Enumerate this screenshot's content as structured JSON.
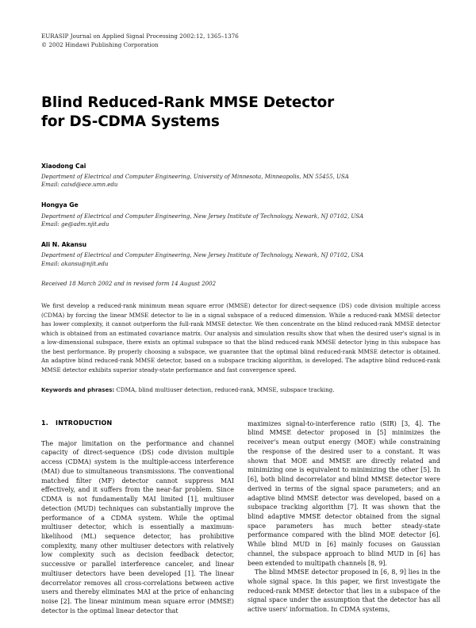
{
  "journal": {
    "line1": "EURASIP Journal on Applied Signal Processing 2002:12, 1365–1376",
    "copyright_symbol": "©",
    "line2": " 2002 Hindawi Publishing Corporation"
  },
  "title": {
    "line1": "Blind Reduced-Rank MMSE Detector",
    "line2": "for DS-CDMA Systems"
  },
  "authors": [
    {
      "name": "Xiaodong Cai",
      "affiliation": "Department of Electrical and Computer Engineering, University of Minnesota, Minneapolis, MN 55455, USA",
      "email": "Email: caixd@ece.umn.edu"
    },
    {
      "name": "Hongya Ge",
      "affiliation": "Department of Electrical and Computer Engineering, New Jersey Institute of Technology, Newark, NJ 07102, USA",
      "email": "Email: ge@adm.njit.edu"
    },
    {
      "name": "Ali N. Akansu",
      "affiliation": "Department of Electrical and Computer Engineering, New Jersey Institute of Technology, Newark, NJ 07102, USA",
      "email": "Email: akansu@njit.edu"
    }
  ],
  "received": "Received 18 March 2002 and in revised form 14 August 2002",
  "abstract": "We first develop a reduced-rank minimum mean square error (MMSE) detector for direct-sequence (DS) code division multiple access (CDMA) by forcing the linear MMSE detector to lie in a signal subspace of a reduced dimension. While a reduced-rank MMSE detector has lower complexity, it cannot outperform the full-rank MMSE detector. We then concentrate on the blind reduced-rank MMSE detector which is obtained from an estimated covariance matrix. Our analysis and simulation results show that when the desired user's signal is in a low-dimensional subspace, there exists an optimal subspace so that the blind reduced-rank MMSE detector lying in this subspace has the best performance. By properly choosing a subspace, we guarantee that the optimal blind reduced-rank MMSE detector is obtained. An adaptive blind reduced-rank MMSE detector, based on a subspace tracking algorithm, is developed. The adaptive blind reduced-rank MMSE detector exhibits superior steady-state performance and fast convergence speed.",
  "keywords": {
    "label": "Keywords and phrases:",
    "value": " CDMA, blind multiuser detection, reduced-rank, MMSE, subspace tracking."
  },
  "section": {
    "number": "1.",
    "title": "INTRODUCTION"
  },
  "body": {
    "left_paragraph_1": "The major limitation on the performance and channel capacity of direct-sequence (DS) code division multiple access (CDMA) system is the multiple-access interference (MAI) due to simultaneous transmissions. The conventional matched filter (MF) detector cannot suppress MAI effectively, and it suffers from the near-far problem. Since CDMA is not fundamentally MAI limited [1], multiuser detection (MUD) techniques can substantially improve the performance of a CDMA system. While the optimal multiuser detector, which is essentially a maximum-likelihood (ML) sequence detector, has prohibitive complexity, many other multiuser detectors with relatively low complexity such as decision feedback detector, successive or parallel interference canceler, and linear multiuser detectors have been developed [1]. The linear decorrelator removes all cross-correlations between active users and thereby eliminates MAI at the price of enhancing noise [2]. The linear minimum mean square error (MMSE) detector is the optimal linear detector that",
    "right_paragraph_1": "maximizes signal-to-interference ratio (SIR) [3, 4]. The blind MMSE detector proposed in [5] minimizes the receiver's mean output energy (MOE) while constraining the response of the desired user to a constant. It was shown that MOE and MMSE are directly related and minimizing one is equivalent to minimizing the other [5]. In [6], both blind decorrelator and blind MMSE detector were derived in terms of the signal space parameters; and an adaptive blind MMSE detector was developed, based on a subspace tracking algorithm [7]. It was shown that the blind adaptive MMSE detector obtained from the signal space parameters has much better steady-state performance compared with the blind MOE detector [6]. While blind MUD in [6] mainly focuses on Gaussian channel, the subspace approach to blind MUD in [6] has been extended to multipath channels [8, 9].",
    "right_paragraph_2": "The blind MMSE detector proposed in [6, 8, 9] lies in the whole signal space. In this paper, we first investigate the reduced-rank MMSE detector that lies in a subspace of the signal space under the assumption that the detector has all active users' information. In CDMA systems,"
  }
}
